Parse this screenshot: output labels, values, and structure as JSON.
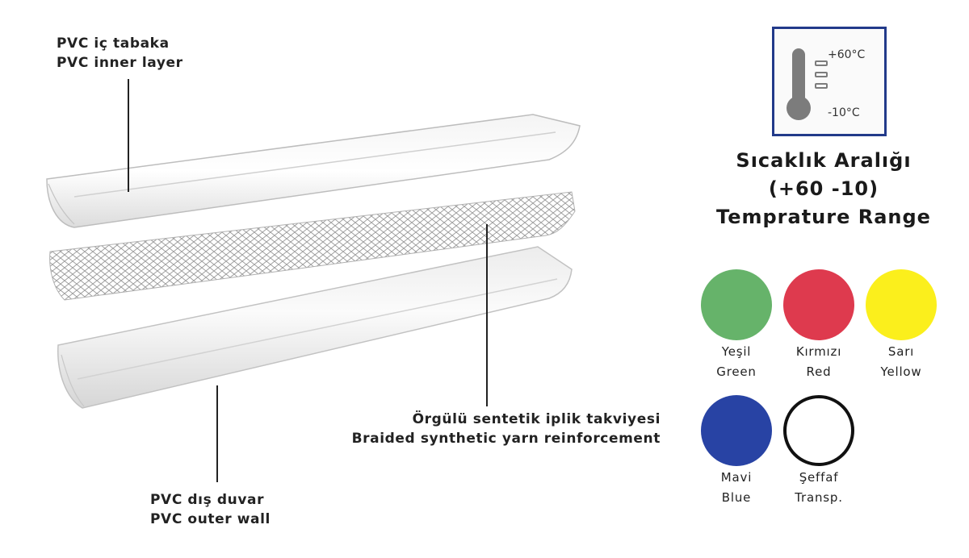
{
  "callouts": {
    "inner_layer": {
      "tr": "PVC iç tabaka",
      "en": "PVC inner layer"
    },
    "reinforcement": {
      "tr": "Örgülü sentetik iplik takviyesi",
      "en": "Braided synthetic yarn reinforcement"
    },
    "outer_wall": {
      "tr": "PVC dış duvar",
      "en": "PVC outer wall"
    }
  },
  "temperature": {
    "max_label": "+60°C",
    "min_label": "-10°C",
    "title_tr": "Sıcaklık Aralığı",
    "range": "(+60 -10)",
    "title_en": "Temprature Range"
  },
  "colors": [
    {
      "tr": "Yeşil",
      "en": "Green",
      "hex": "#66b36a"
    },
    {
      "tr": "Kırmızı",
      "en": "Red",
      "hex": "#de3a4e"
    },
    {
      "tr": "Sarı",
      "en": "Yellow",
      "hex": "#fbef1c"
    },
    {
      "tr": "Mavi",
      "en": "Blue",
      "hex": "#2843a4"
    },
    {
      "tr": "Şeffaf",
      "en": "Transp.",
      "hex": "#ffffff"
    }
  ],
  "palette": {
    "frame": "#223a8a",
    "thermometer": "#7c7c7c",
    "line": "#222222"
  }
}
